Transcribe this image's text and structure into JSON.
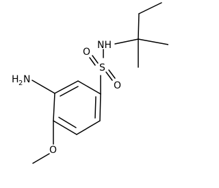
{
  "molecule": {
    "atoms": {
      "amine_n": "H",
      "amine_n_count": "2",
      "amine_n_atom": "N",
      "methoxy_o": "O",
      "sulfonyl_s": "S",
      "sulfonyl_o_top": "O",
      "sulfonyl_o_bottom": "O",
      "sulfonamide_n": "NH"
    }
  }
}
